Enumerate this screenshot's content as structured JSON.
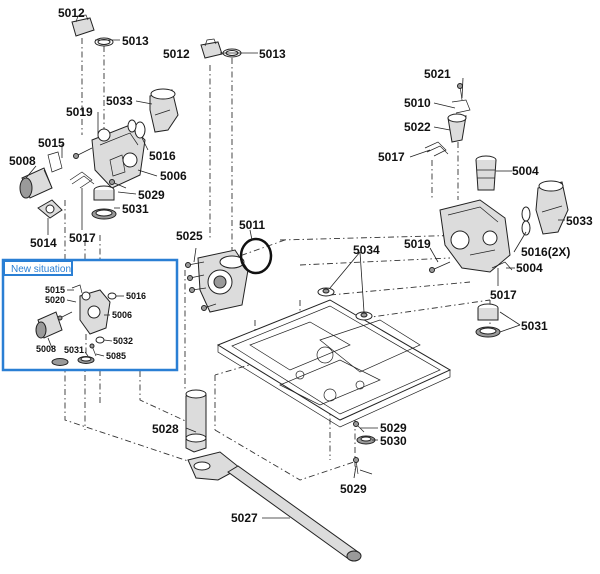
{
  "labels": {
    "p5012a": "5012",
    "p5013a": "5013",
    "p5012b": "5012",
    "p5013b": "5013",
    "p5021": "5021",
    "p5010": "5010",
    "p5019a": "5019",
    "p5033a": "5033",
    "p5022": "5022",
    "p5015": "5015",
    "p5016a": "5016",
    "p5017a": "5017",
    "p5008": "5008",
    "p5006": "5006",
    "p5004a": "5004",
    "p5029a": "5029",
    "p5031a": "5031",
    "p5033b": "5033",
    "p5014": "5014",
    "p5017b": "5017",
    "p5025": "5025",
    "p5011": "5011",
    "p5034": "5034",
    "p5019b": "5019",
    "p5016b": "5016(2X)",
    "p5004b": "5004",
    "p5017c": "5017",
    "p5031b": "5031",
    "p5028": "5028",
    "p5029b": "5029",
    "p5030": "5030",
    "p5029c": "5029",
    "p5027": "5027"
  },
  "inset": {
    "title": "New situation",
    "labels": {
      "i5015": "5015",
      "i5020": "5020",
      "i5016": "5016",
      "i5006": "5006",
      "i5008": "5008",
      "i5031": "5031",
      "i5032": "5032",
      "i5085": "5085"
    },
    "border_color": "#2a7fd4"
  }
}
